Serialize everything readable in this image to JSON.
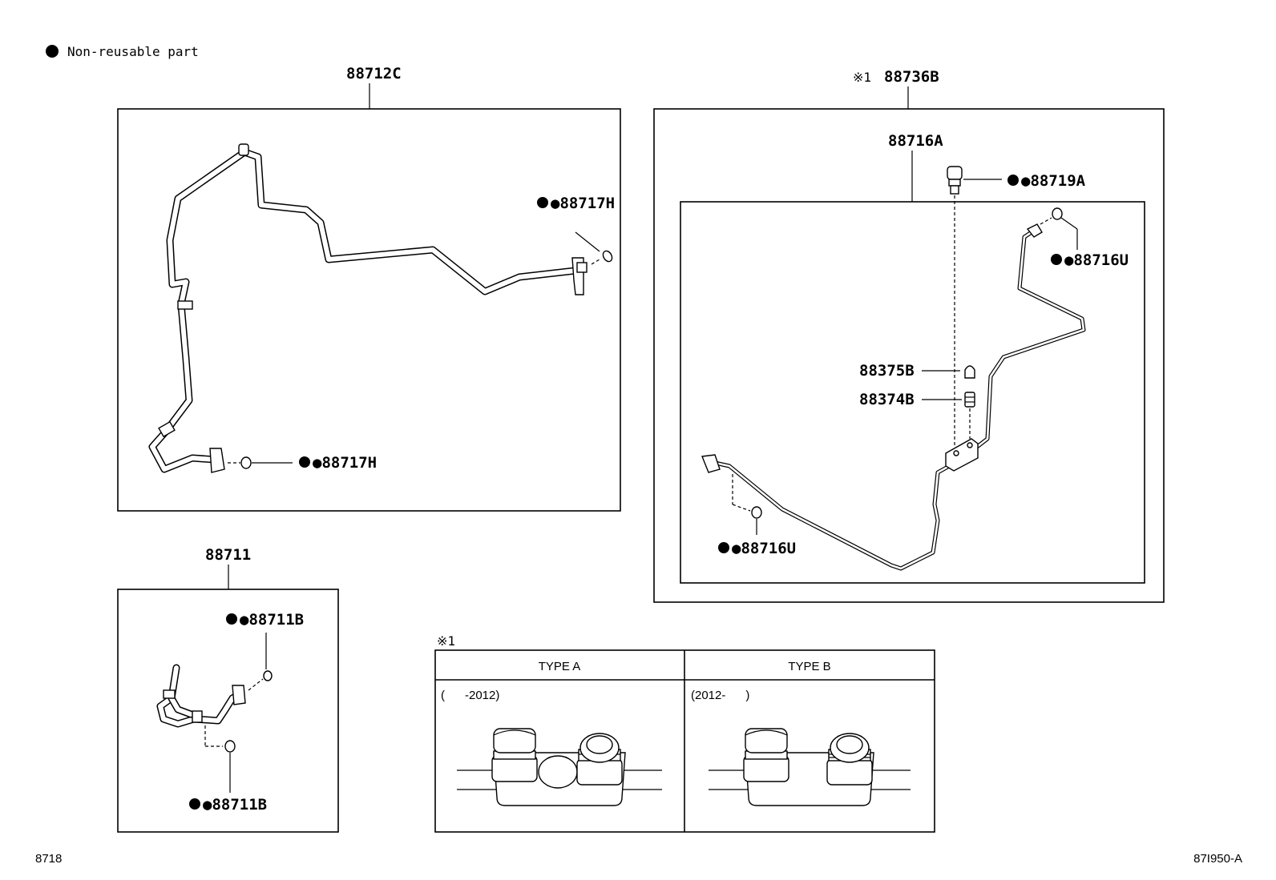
{
  "legend": {
    "symbol": "●",
    "text": "Non-reusable part"
  },
  "groups": {
    "hose_assy": {
      "label": "88712C"
    },
    "tube_assy": {
      "note_mark": "※1",
      "label": "88736B",
      "sub_label": "88716A"
    },
    "small_hose": {
      "label": "88711"
    }
  },
  "callouts": {
    "c_88717H_top": "●88717H",
    "c_88717H_bottom": "●88717H",
    "c_88719A": "●88719A",
    "c_88716U_top": "●88716U",
    "c_88716U_bottom": "●88716U",
    "c_88375B": "88375B",
    "c_88374B": "88374B",
    "c_88711B_top": "●88711B",
    "c_88711B_bottom": "●88711B"
  },
  "type_table": {
    "note_mark": "※1",
    "columns": [
      {
        "header": "TYPE A",
        "range": "(      -2012)"
      },
      {
        "header": "TYPE B",
        "range": "(2012-      )"
      }
    ]
  },
  "footer": {
    "left_code": "8718",
    "right_code": "87I950-A"
  }
}
